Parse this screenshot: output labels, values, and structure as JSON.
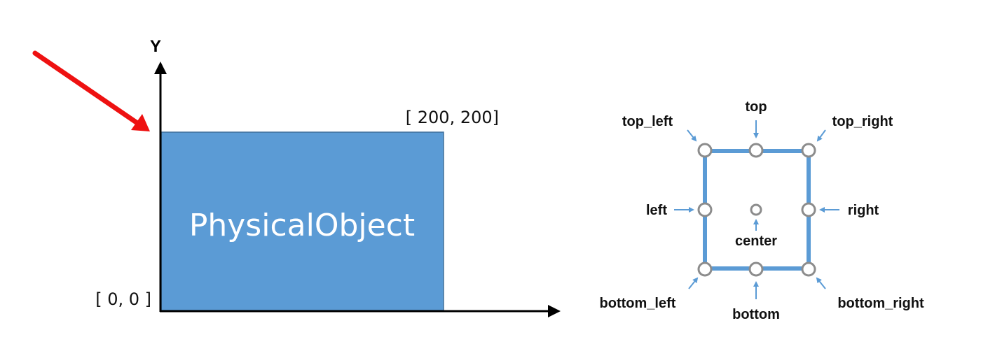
{
  "left_diagram": {
    "y_axis_label": "Y",
    "object_label": "PhysicalObject",
    "origin_label": "[ 0, 0 ]",
    "corner_label": "[ 200, 200]",
    "colors": {
      "object_fill": "#5b9bd5",
      "object_border": "#41719c",
      "pointer_arrow": "#ee1111",
      "axis": "#000000"
    }
  },
  "right_diagram": {
    "anchors": {
      "top_left": "top_left",
      "top": "top",
      "top_right": "top_right",
      "left": "left",
      "center": "center",
      "right": "right",
      "bottom_left": "bottom_left",
      "bottom": "bottom",
      "bottom_right": "bottom_right"
    },
    "colors": {
      "frame": "#5b9bd5",
      "handle_stroke": "#8c8c8c",
      "callout_arrow": "#5b9bd5"
    }
  }
}
